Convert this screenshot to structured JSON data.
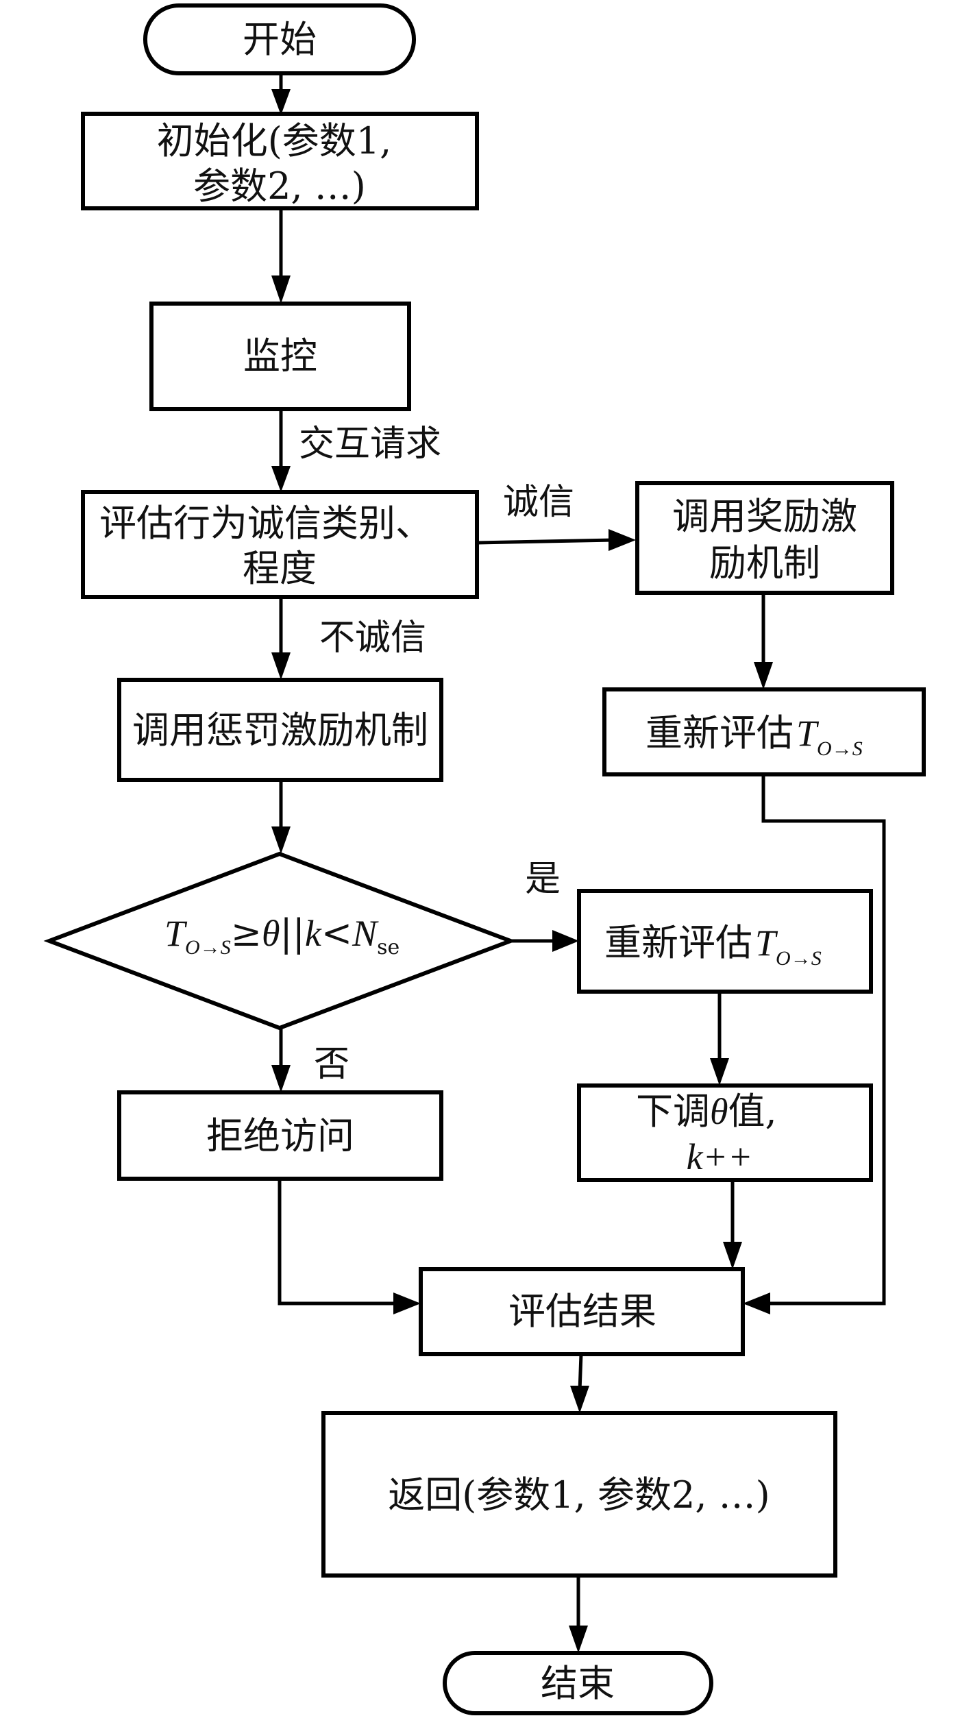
{
  "diagram": {
    "type": "flowchart",
    "colors": {
      "stroke": "#000000",
      "fill": "#ffffff",
      "text": "#111111"
    },
    "nodes": {
      "start": {
        "label": "开始",
        "shape": "terminator"
      },
      "init": {
        "line1": "初始化(参数1,",
        "line2": "参数2, …)",
        "shape": "process"
      },
      "monitor": {
        "label": "监控",
        "shape": "process"
      },
      "evaluate": {
        "line1": "评估行为诚信类别、",
        "line2": "程度",
        "shape": "process"
      },
      "reward": {
        "line1": "调用奖励激",
        "line2": "励机制",
        "shape": "process"
      },
      "reeval_reward": {
        "prefix": "重新评估",
        "math_main": "T",
        "math_sub": "O→S",
        "shape": "process"
      },
      "punish": {
        "label": "调用惩罚激励机制",
        "shape": "process"
      },
      "decision": {
        "T": "T",
        "T_sub": "O→S",
        "op1": "≥",
        "theta": "θ",
        "or": "||",
        "k": "k",
        "op2": "<",
        "N": "N",
        "N_sub": "se",
        "shape": "decision"
      },
      "reeval_decision": {
        "prefix": "重新评估",
        "math_main": "T",
        "math_sub": "O→S",
        "shape": "process"
      },
      "reject": {
        "label": "拒绝访问",
        "shape": "process"
      },
      "lower_theta": {
        "line1_a": "下调",
        "line1_theta": "θ",
        "line1_b": "值,",
        "line2": "k++",
        "shape": "process"
      },
      "result": {
        "label": "评估结果",
        "shape": "process"
      },
      "return": {
        "label": "返回(参数1, 参数2, …)",
        "shape": "process"
      },
      "end": {
        "label": "结束",
        "shape": "terminator"
      }
    },
    "edges": {
      "interaction_request": "交互请求",
      "honest": "诚信",
      "dishonest": "不诚信",
      "yes": "是",
      "no": "否"
    }
  }
}
